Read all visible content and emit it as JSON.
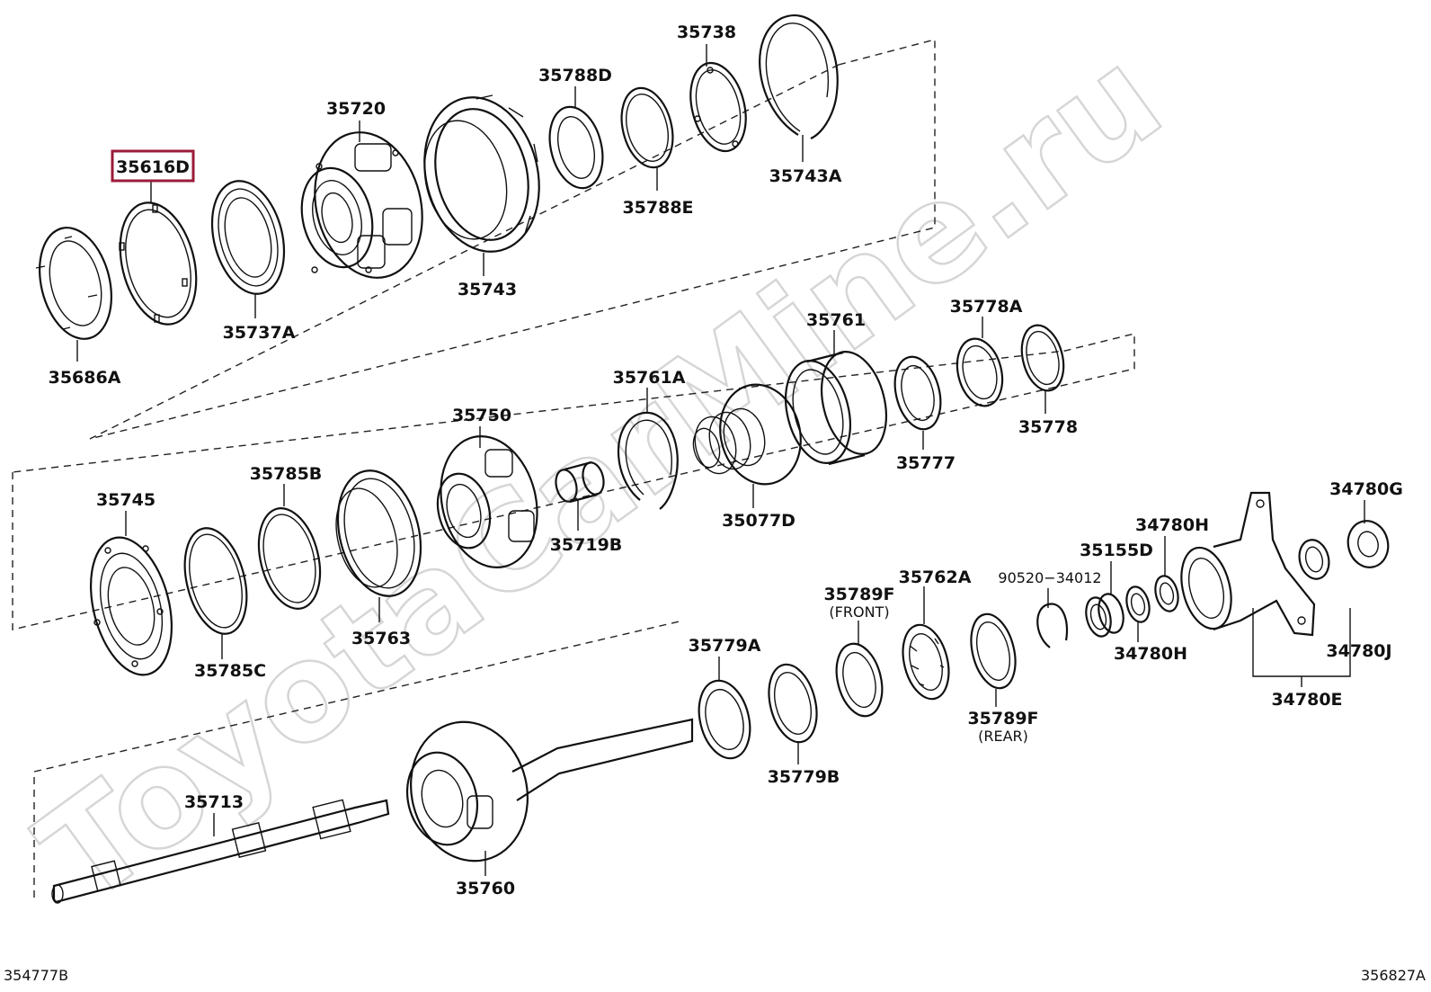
{
  "watermark": "ToyotaCarMine.ru",
  "highlight_color": "#9b1b3a",
  "highlighted_part": "35616D",
  "corner_left": "354777B",
  "corner_right": "356827A",
  "labels": {
    "p35616D": "35616D",
    "p35686A": "35686A",
    "p35737A": "35737A",
    "p35720": "35720",
    "p35743": "35743",
    "p35788D": "35788D",
    "p35788E": "35788E",
    "p35738": "35738",
    "p35743A": "35743A",
    "p35761": "35761",
    "p35778A": "35778A",
    "p35778": "35778",
    "p35777": "35777",
    "p35761A": "35761A",
    "p35077D": "35077D",
    "p35750": "35750",
    "p35719B": "35719B",
    "p35745": "35745",
    "p35785B": "35785B",
    "p35785C": "35785C",
    "p35763": "35763",
    "p34780G": "34780G",
    "p34780H_top": "34780H",
    "p35155D": "35155D",
    "p90520": "90520−34012",
    "p34780H_bot": "34780H",
    "p34780J": "34780J",
    "p34780E": "34780E",
    "p35762A": "35762A",
    "p35789F_front": "35789F",
    "front_note": "(FRONT)",
    "p35789F_rear": "35789F",
    "rear_note": "(REAR)",
    "p35779A": "35779A",
    "p35779B": "35779B",
    "p35713": "35713",
    "p35760": "35760"
  }
}
